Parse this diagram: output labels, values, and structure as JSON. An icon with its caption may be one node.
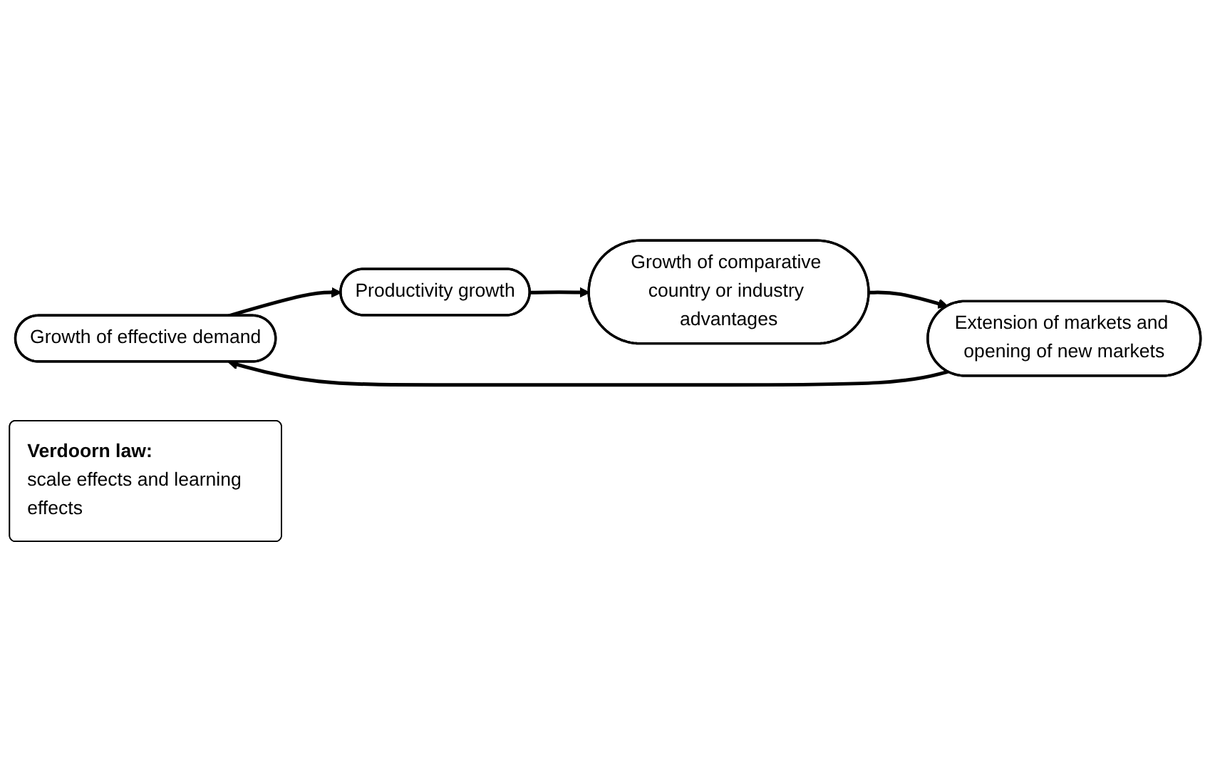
{
  "diagram": {
    "nodes": [
      {
        "text": [
          "Growth of effective demand"
        ]
      },
      {
        "text": [
          "Productivity growth"
        ]
      },
      {
        "text": [
          "Growth of comparative country or industry advantages"
        ]
      },
      {
        "text": [
          "Extension of markets and opening of new markets"
        ]
      },
      {
        "text": [
          "Verdoorn law:",
          "scale effects and learning effects"
        ]
      }
    ],
    "edges": [
      {
        "from": 0,
        "to": 1,
        "arrow": "to"
      },
      {
        "from": 1,
        "to": 2,
        "arrow": "to"
      },
      {
        "from": 2,
        "to": 3,
        "arrow": "to"
      },
      {
        "from": 3,
        "to": 0,
        "arrow": "to"
      }
    ]
  }
}
